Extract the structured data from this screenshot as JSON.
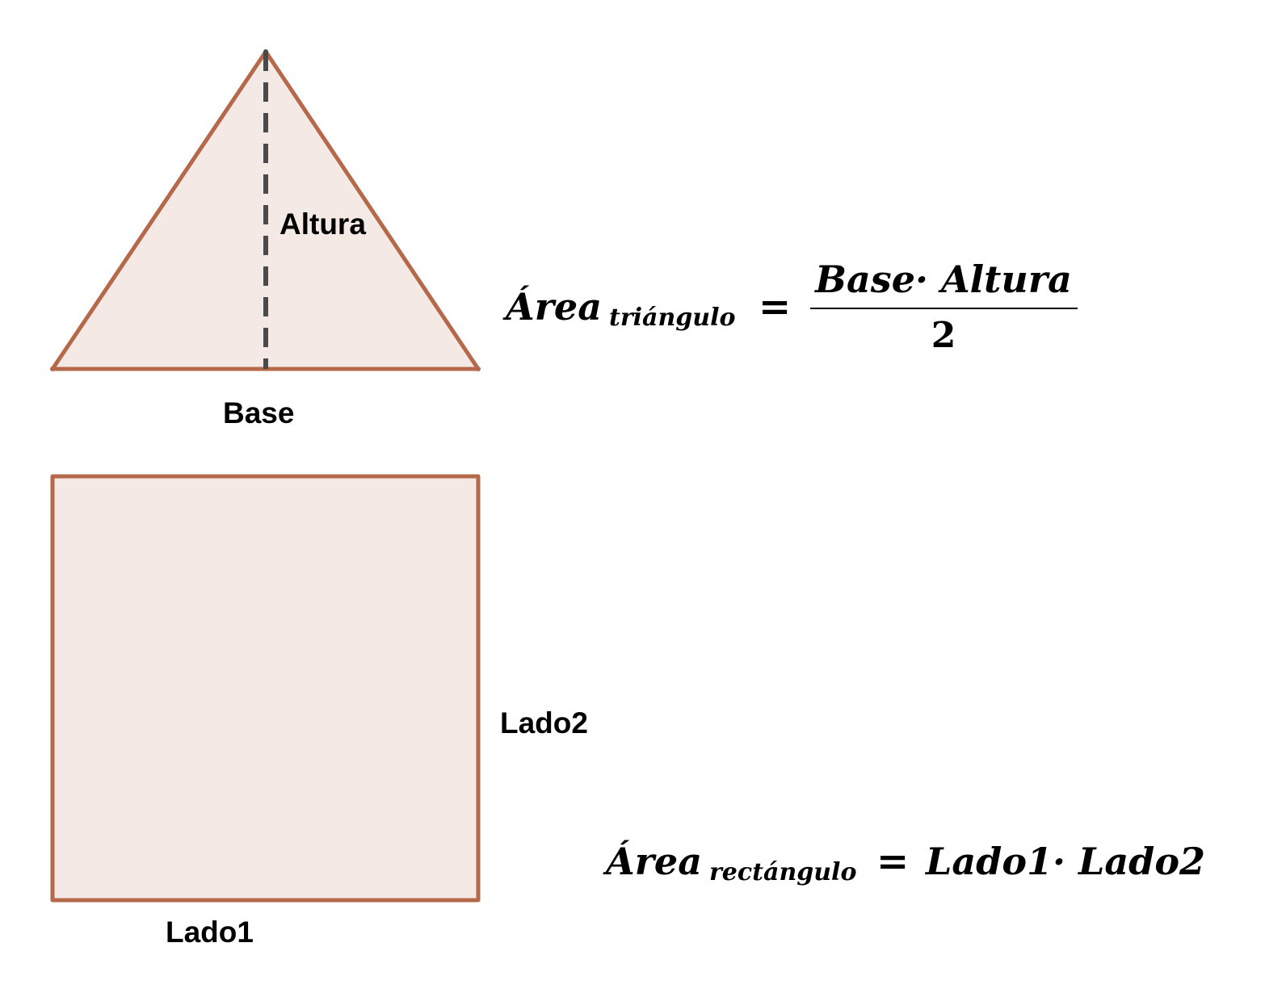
{
  "colors": {
    "stroke": "#B5694A",
    "fill": "#F4E9E4",
    "height_line": "#4A4A4A",
    "text": "#000000"
  },
  "triangle": {
    "altura_label": "Altura",
    "base_label": "Base"
  },
  "rectangle": {
    "lado1_label": "Lado1",
    "lado2_label": "Lado2"
  },
  "formula_triangle": {
    "lhs_main": "Área",
    "lhs_sub": "triángulo",
    "equals": "=",
    "numerator": "Base· Altura",
    "denominator": "2"
  },
  "formula_rectangle": {
    "lhs_main": "Área",
    "lhs_sub": "rectángulo",
    "equals": "=",
    "rhs": "Lado1· Lado2"
  }
}
